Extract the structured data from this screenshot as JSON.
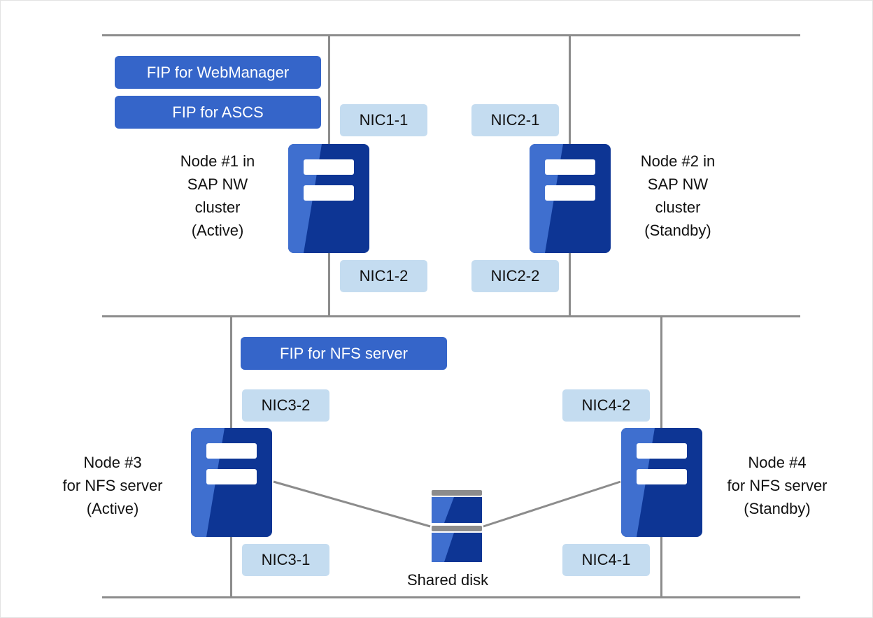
{
  "fips": {
    "webmanager": "FIP for WebManager",
    "ascs": "FIP for ASCS",
    "nfs": "FIP for NFS server"
  },
  "nics": {
    "nic1_1": "NIC1-1",
    "nic1_2": "NIC1-2",
    "nic2_1": "NIC2-1",
    "nic2_2": "NIC2-2",
    "nic3_1": "NIC3-1",
    "nic3_2": "NIC3-2",
    "nic4_1": "NIC4-1",
    "nic4_2": "NIC4-2"
  },
  "nodes": {
    "node1": [
      "Node #1 in",
      "SAP NW",
      "cluster",
      "(Active)"
    ],
    "node2": [
      "Node #2 in",
      "SAP NW",
      "cluster",
      "(Standby)"
    ],
    "node3": [
      "Node #3",
      "for NFS server",
      "(Active)"
    ],
    "node4": [
      "Node #4",
      "for NFS server",
      "(Standby)"
    ]
  },
  "disk": {
    "label": "Shared disk"
  },
  "colors": {
    "fip_fill": "#3565c9",
    "nic_fill": "#c4dcf0",
    "server_dark": "#0d3594",
    "server_light": "#3f6fcf",
    "line": "#8c8c8c"
  }
}
